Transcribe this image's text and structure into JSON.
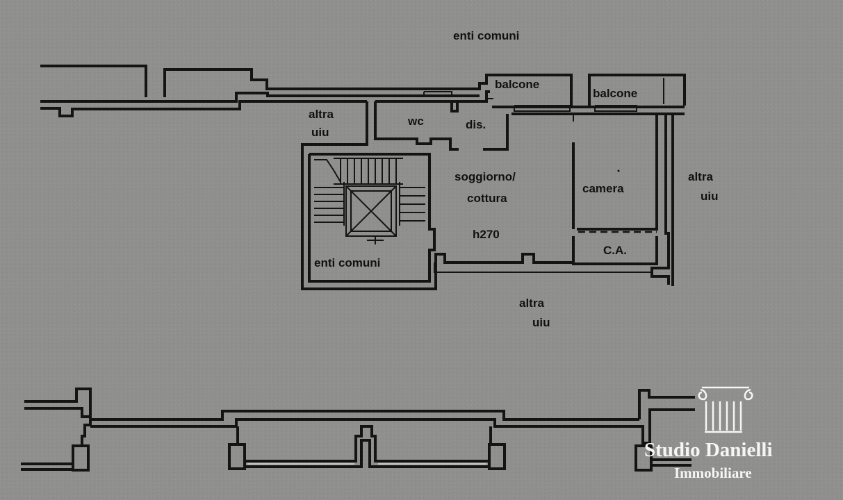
{
  "plan": {
    "labels": {
      "enti_comuni_top": "enti comuni",
      "balcone_1": "balcone",
      "balcone_2": "balcone",
      "altra_uiu_left_1": "altra",
      "altra_uiu_left_2": "uiu",
      "wc": "wc",
      "dis": "dis.",
      "soggiorno_1": "soggiorno/",
      "soggiorno_2": "cottura",
      "height": "h270",
      "camera": "camera",
      "altra_uiu_right_1": "altra",
      "altra_uiu_right_2": "uiu",
      "ca": "C.A.",
      "enti_comuni_stair": "enti comuni",
      "altra_uiu_bottom_1": "altra",
      "altra_uiu_bottom_2": "uiu"
    }
  },
  "brand": {
    "name": "Studio Danielli",
    "subtitle": "Immobiliare",
    "logo_icon": "ionic-column-capital-icon"
  }
}
